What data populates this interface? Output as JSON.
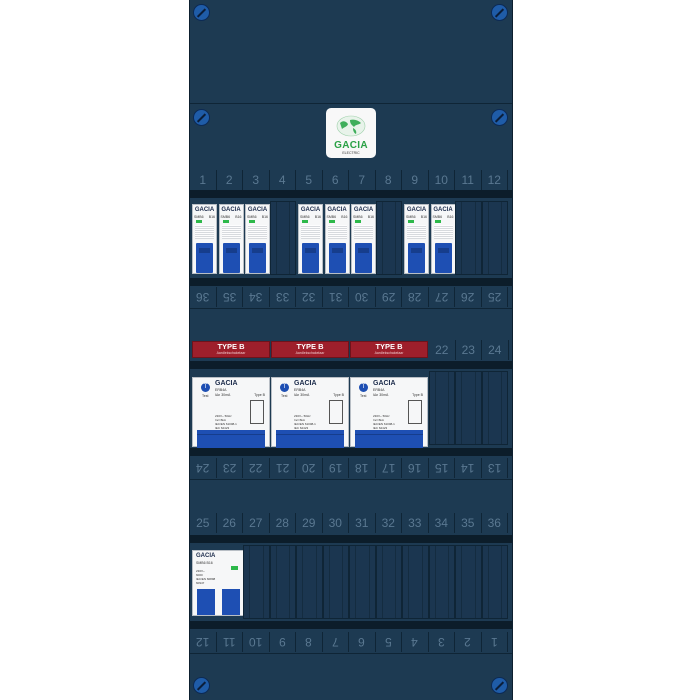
{
  "logo": {
    "brand": "GACIA",
    "sub": "ELECTRIC"
  },
  "row1_numbers": [
    "1",
    "2",
    "3",
    "4",
    "5",
    "6",
    "7",
    "8",
    "9",
    "10",
    "11",
    "12"
  ],
  "row2_numbers_flipped": [
    "36",
    "35",
    "34",
    "33",
    "32",
    "31",
    "30",
    "29",
    "28",
    "27",
    "26",
    "25"
  ],
  "row3_numbers": [
    "22",
    "23",
    "24"
  ],
  "row4_numbers_flipped": [
    "24",
    "23",
    "22",
    "21",
    "20",
    "19",
    "18",
    "17",
    "16",
    "15",
    "14",
    "13"
  ],
  "row5_numbers": [
    "25",
    "26",
    "27",
    "28",
    "29",
    "30",
    "31",
    "32",
    "33",
    "34",
    "35",
    "36"
  ],
  "row6_numbers_flipped": [
    "12",
    "11",
    "10",
    "9",
    "8",
    "7",
    "6",
    "5",
    "4",
    "3",
    "2",
    "1"
  ],
  "mcb": {
    "brand": "GACIA",
    "model": "SMB6",
    "rating": "B16"
  },
  "rcd": {
    "brand": "GACIA",
    "model": "ERB4A",
    "test": "T",
    "test_label": "Test",
    "sensitivity": "IΔn 30mA",
    "type_label": "Type B",
    "ratings": [
      "230V~ 50Hz",
      "Inc=6kA",
      "IEC/EN 61008-1",
      "IEC 62423"
    ]
  },
  "typeb": {
    "title": "TYPE B",
    "subtitle": "Aardlekschakelaar"
  },
  "small_device": {
    "brand": "GACIA",
    "model": "SMB6",
    "rating": "B16",
    "lines": [
      "230V~",
      "6000",
      "IEC/EN 60898",
      "60947"
    ]
  },
  "colors": {
    "panel": "#1d3a52",
    "breaker_lever": "#1e4fb3",
    "typeb_label": "#9e1f2b",
    "indicator": "#2db84a"
  }
}
